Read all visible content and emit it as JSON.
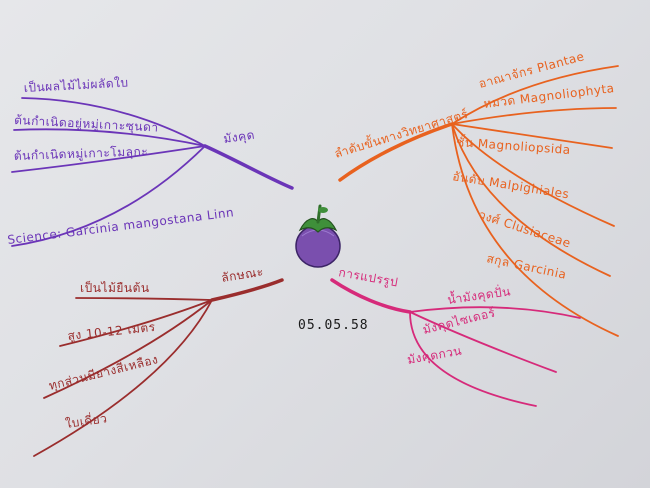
{
  "center": {
    "icon": "mangosteen-icon",
    "date": "05.05.58",
    "fruit_color": "#7a4fae",
    "stem_color": "#3f8f3a"
  },
  "branches": [
    {
      "id": "top-left",
      "title": "มังคุด",
      "color": "#6b35b8",
      "leaves": [
        "เป็นผลไม้ไม่ผลัดใบ",
        "ต้นกำเนิดอยู่หมู่เกาะซุนดา",
        "ต้นกำเนิดหมู่เกาะโมลุกะ",
        "Science: Garcinia mangostana Linn"
      ]
    },
    {
      "id": "top-right",
      "title": "ลำดับขั้นทางวิทยาศาสตร์",
      "color": "#e8621f",
      "leaves": [
        "อาณาจักร Plantae",
        "หมวด Magnoliophyta",
        "ชั้น Magnoliopsida",
        "อันดับ Malpighiales",
        "วงศ์ Clusiaceae",
        "สกุล Garcinia"
      ]
    },
    {
      "id": "bottom-left",
      "title": "ลักษณะ",
      "color": "#9a2d2d",
      "leaves": [
        "เป็นไม้ยืนต้น",
        "สูง 10-12 เมตร",
        "ทุกส่วนมียางสีเหลือง",
        "ใบเดี่ยว"
      ]
    },
    {
      "id": "bottom-right",
      "title": "การแปรรูป",
      "color": "#d62a7a",
      "leaves": [
        "น้ำมังคุดปั่น",
        "มังคุดไซเดอร์",
        "มังคุดกวน"
      ]
    }
  ]
}
